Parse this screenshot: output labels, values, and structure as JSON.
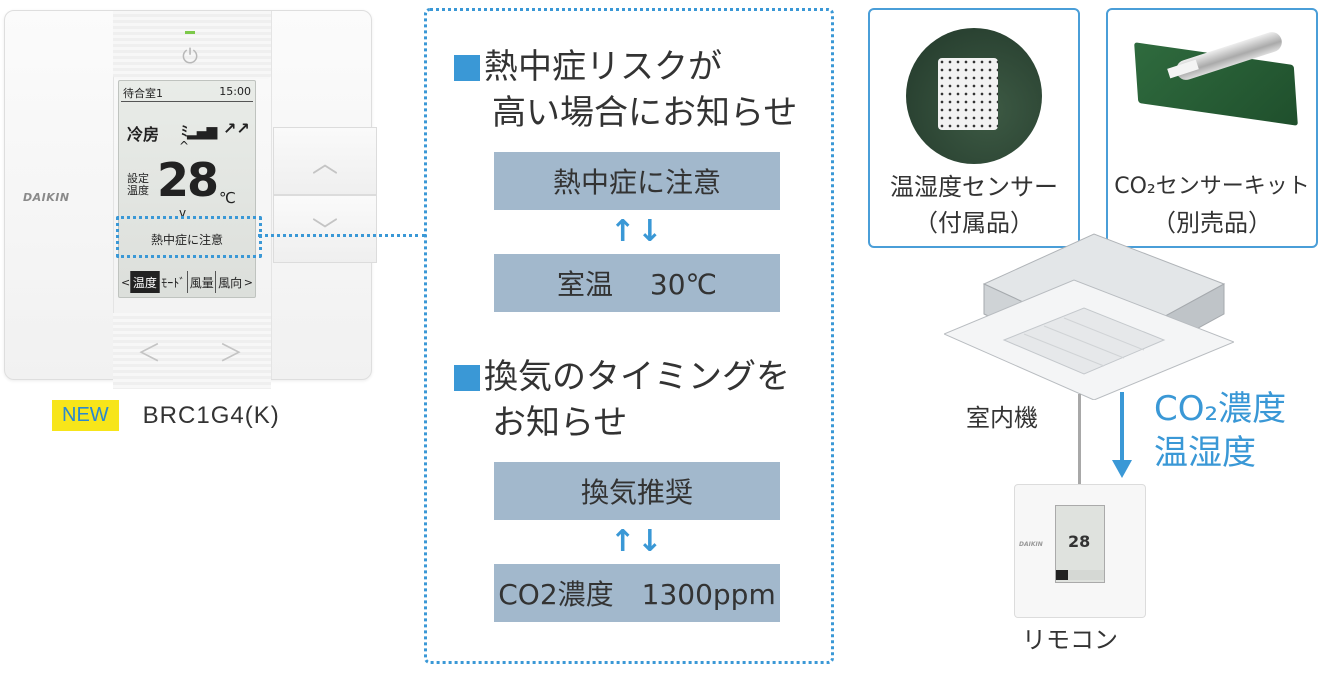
{
  "remote": {
    "brand": "DAIKIN",
    "power_icon": "power-icon",
    "lcd": {
      "room": "待合室1",
      "time": "15:00",
      "mode": "冷房",
      "fan_glyph": "ﾐ▂▄▆",
      "louver_glyph": "↗↗",
      "set_label": "設定\n温度",
      "temperature": "28",
      "unit": "℃",
      "notice": "熱中症に注意",
      "tabs": [
        "温度",
        "ﾓｰﾄﾞ",
        "風量",
        "風向"
      ]
    },
    "buttons": {
      "up": "︿",
      "down": "﹀",
      "left": "＜",
      "right": "＞"
    }
  },
  "model": {
    "badge": "NEW",
    "name": "BRC1G4(K)"
  },
  "panel": {
    "section1": {
      "heading_line1": "熱中症リスクが",
      "heading_line2": "高い場合にお知らせ",
      "display_a": "熱中症に注意",
      "arrows": "↑↓",
      "display_b": "室温　 30℃"
    },
    "section2": {
      "heading_line1": "換気のタイミングを",
      "heading_line2": "お知らせ",
      "display_a": "換気推奨",
      "arrows": "↑↓",
      "display_b": "CO2濃度　1300ppm"
    }
  },
  "right": {
    "card1": {
      "line1": "温湿度センサー",
      "line2": "（付属品）"
    },
    "card2": {
      "line1": "CO₂センサーキット",
      "line2": "（別売品）"
    },
    "indoor_unit_label": "室内機",
    "flow_label_line1": "CO₂濃度",
    "flow_label_line2": "温湿度",
    "mini_remote_brand": "DAIKIN",
    "mini_remote_temp": "28",
    "remote_label": "リモコン"
  },
  "colors": {
    "accent_blue": "#3a98d6",
    "bar_gray": "#a2b8cc",
    "badge_yellow": "#f7e51a"
  }
}
